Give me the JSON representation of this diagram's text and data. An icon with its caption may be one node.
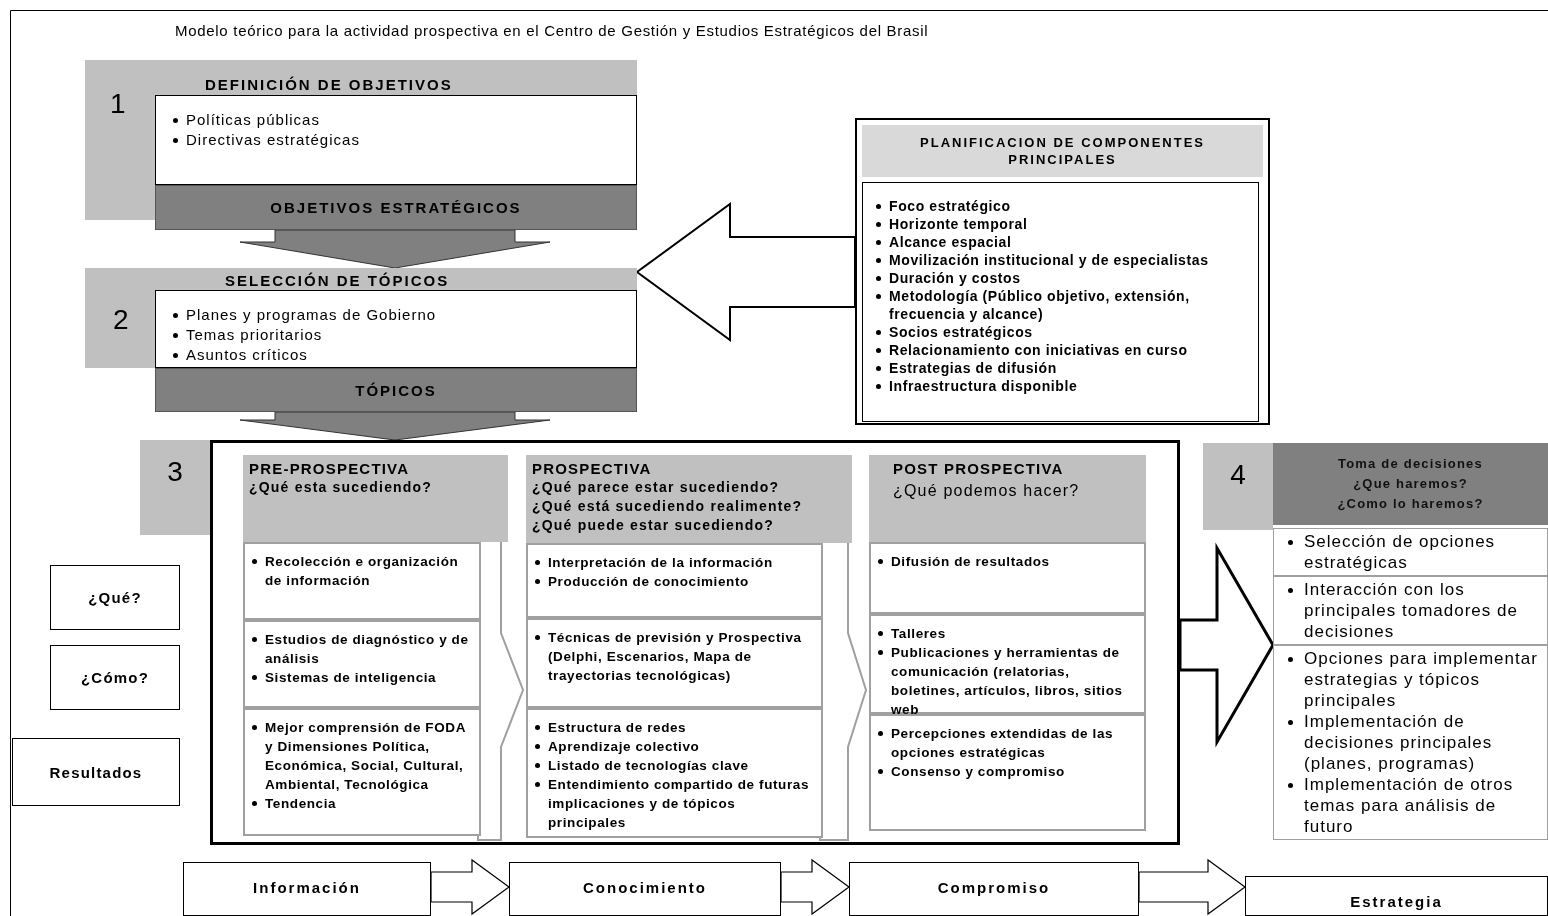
{
  "diagram": {
    "title": "Modelo teórico para la actividad prospectiva en el Centro de Gestión y Estudios Estratégicos del Brasil",
    "nodes": [
      {
        "text": [
          "1",
          "DEFINICIÓN DE OBJETIVOS"
        ]
      },
      {
        "text": [
          "Políticas públicas",
          "Directivas estratégicas"
        ],
        "in": 0
      },
      {
        "text": [
          "OBJETIVOS ESTRATÉGICOS"
        ]
      },
      {
        "text": [
          "2",
          "SELECCIÓN DE TÓPICOS"
        ]
      },
      {
        "text": [
          "Planes y programas de Gobierno",
          "Temas prioritarios",
          "Asuntos críticos"
        ],
        "in": 3
      },
      {
        "text": [
          "TÓPICOS"
        ]
      },
      {
        "text": [
          "PLANIFICACION DE COMPONENTES PRINCIPALES"
        ]
      },
      {
        "text": [
          "Foco estratégico",
          "Horizonte temporal",
          "Alcance espacial",
          "Movilización institucional y de especialistas",
          "Duración y costos",
          "Metodología (Público objetivo, extensión, frecuencia y alcance)",
          "Socios estratégicos",
          "Relacionamiento con iniciativas en curso",
          "Estrategias de difusión",
          "Infraestructura disponible"
        ],
        "in": 6
      },
      {
        "text": [],
        "shape": "box",
        "beside": [
          "3"
        ]
      },
      {
        "text": [
          "PRE-PROSPECTIVA",
          "¿Qué esta sucediendo?"
        ],
        "in": 8
      },
      {
        "text": [
          "Recolección e organización de información"
        ],
        "in": 8
      },
      {
        "text": [
          "Estudios de diagnóstico y de análisis",
          "Sistemas de inteligencia"
        ],
        "in": 8
      },
      {
        "text": [
          "Mejor comprensión de FODA y Dimensiones Política, Económica, Social, Cultural, Ambiental, Tecnológica",
          "Tendencia"
        ],
        "in": 8
      },
      {
        "text": [
          "PROSPECTIVA",
          "¿Qué parece estar sucediendo?",
          "¿Qué está sucediendo realimente?",
          "¿Qué puede estar sucediendo?"
        ],
        "in": 8
      },
      {
        "text": [
          "Interpretación de la información",
          "Producción de conocimiento"
        ],
        "in": 8
      },
      {
        "text": [
          "Técnicas de previsión y Prospectiva (Delphi, Escenarios, Mapa de trayectorias tecnológicas)"
        ],
        "in": 8
      },
      {
        "text": [
          "Estructura de redes",
          "Aprendizaje colectivo",
          "Listado de tecnologías clave",
          "Entendimiento compartido de futuras implicaciones y de tópicos principales"
        ],
        "in": 8
      },
      {
        "text": [
          "POST PROSPECTIVA",
          "¿Qué podemos hacer?"
        ],
        "in": 8
      },
      {
        "text": [
          "Difusión de resultados"
        ],
        "in": 8
      },
      {
        "text": [
          "Talleres",
          "Publicaciones y herramientas de comunicación (relatorias, boletines, artículos, libros, sitios web"
        ],
        "in": 8
      },
      {
        "text": [
          "Percepciones extendidas de las opciones estratégicas",
          "Consenso y compromiso"
        ],
        "in": 8
      },
      {
        "text": [
          "Toma de decisiones",
          "¿Que haremos?",
          "¿Como lo haremos?"
        ],
        "beside": [
          "4"
        ]
      },
      {
        "text": [
          "Selección de opciones estratégicas"
        ]
      },
      {
        "text": [
          "Interacción con los principales tomadores de decisiones"
        ]
      },
      {
        "text": [
          "Opciones para implementar estrategias y tópicos principales",
          "Implementación de decisiones principales (planes, programas)",
          "Implementación de otros temas para análisis de futuro"
        ]
      },
      {
        "text": [
          "¿Qué?"
        ]
      },
      {
        "text": [
          "¿Cómo?"
        ]
      },
      {
        "text": [
          "Resultados"
        ]
      },
      {
        "text": [
          "Información"
        ]
      },
      {
        "text": [
          "Conocimiento"
        ]
      },
      {
        "text": [
          "Compromiso"
        ]
      },
      {
        "text": [
          "Estrategia"
        ]
      }
    ],
    "edges": [
      {
        "from": 2,
        "to": 3,
        "arrow": "to",
        "color": "#808080"
      },
      {
        "from": 5,
        "to": 8,
        "arrow": "to",
        "color": "#808080"
      },
      {
        "from": 6,
        "to": 3,
        "arrow": "to"
      },
      {
        "from": 8,
        "to": 21,
        "arrow": "to"
      },
      {
        "from": 28,
        "to": 29,
        "arrow": "to"
      },
      {
        "from": 29,
        "to": 30,
        "arrow": "to"
      },
      {
        "from": 30,
        "to": 31,
        "arrow": "to"
      },
      {
        "from": 11,
        "to": 15,
        "arrow": "to",
        "color": "#a0a0a0"
      },
      {
        "from": 15,
        "to": 19,
        "arrow": "to",
        "color": "#a0a0a0"
      }
    ]
  }
}
